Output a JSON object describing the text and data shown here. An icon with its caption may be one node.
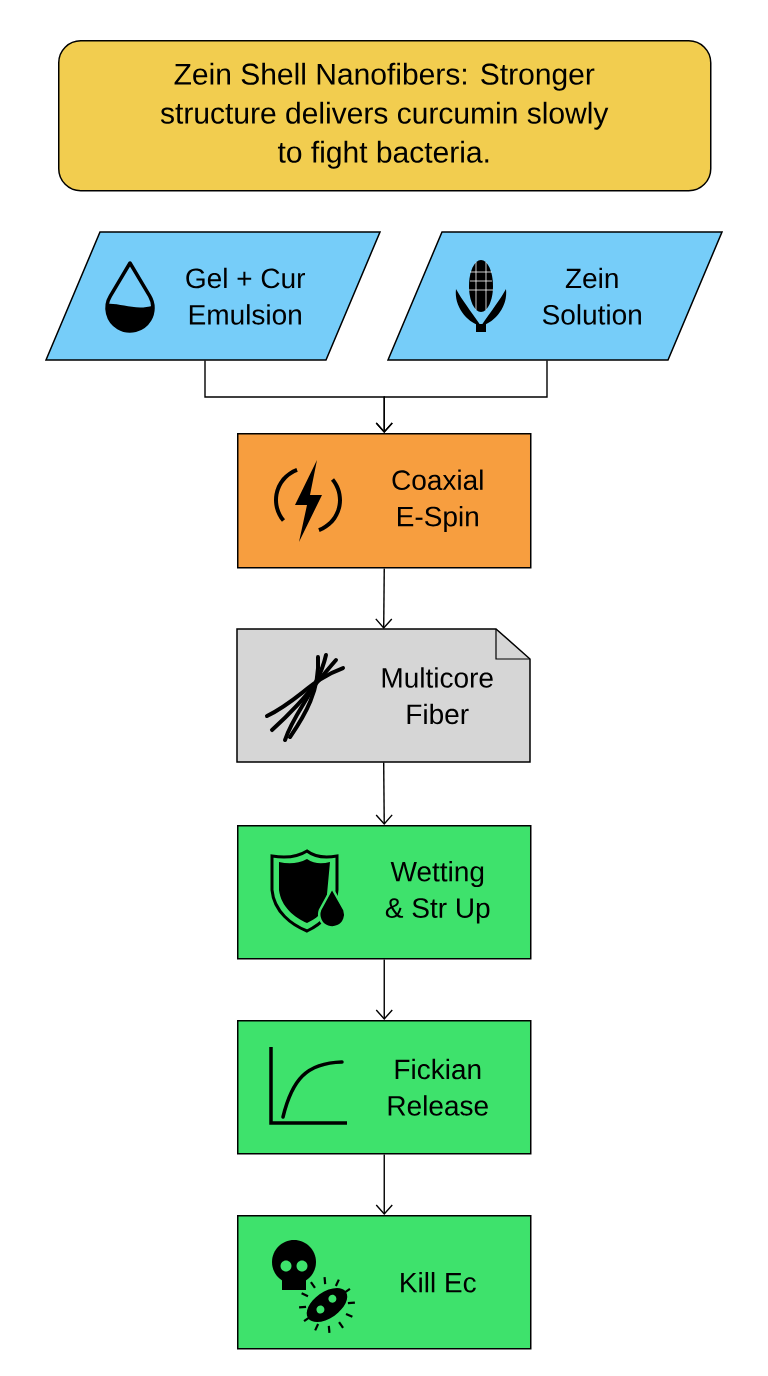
{
  "diagram": {
    "nodes": [
      {
        "text": [
          "Zein Shell Nanofibers: Stronger structure delivers curcumin slowly to fight bacteria."
        ]
      },
      {
        "text": [
          "Gel + Cur Emulsion"
        ]
      },
      {
        "text": [
          "Zein Solution"
        ]
      },
      {
        "text": [
          "Coaxial E-Spin"
        ]
      },
      {
        "text": [
          "Multicore Fiber"
        ]
      },
      {
        "text": [
          "Wetting & Str Up"
        ]
      },
      {
        "text": [
          "Fickian Release"
        ]
      },
      {
        "text": [
          "Kill Ec"
        ]
      }
    ],
    "edges": [
      {
        "from": 1,
        "to": 3,
        "arrow": "to"
      },
      {
        "from": 2,
        "to": 3,
        "arrow": "to"
      },
      {
        "from": 3,
        "to": 4,
        "arrow": "to"
      },
      {
        "from": 4,
        "to": 5,
        "arrow": "to"
      },
      {
        "from": 5,
        "to": 6,
        "arrow": "to"
      },
      {
        "from": 6,
        "to": 7,
        "arrow": "to"
      }
    ]
  }
}
